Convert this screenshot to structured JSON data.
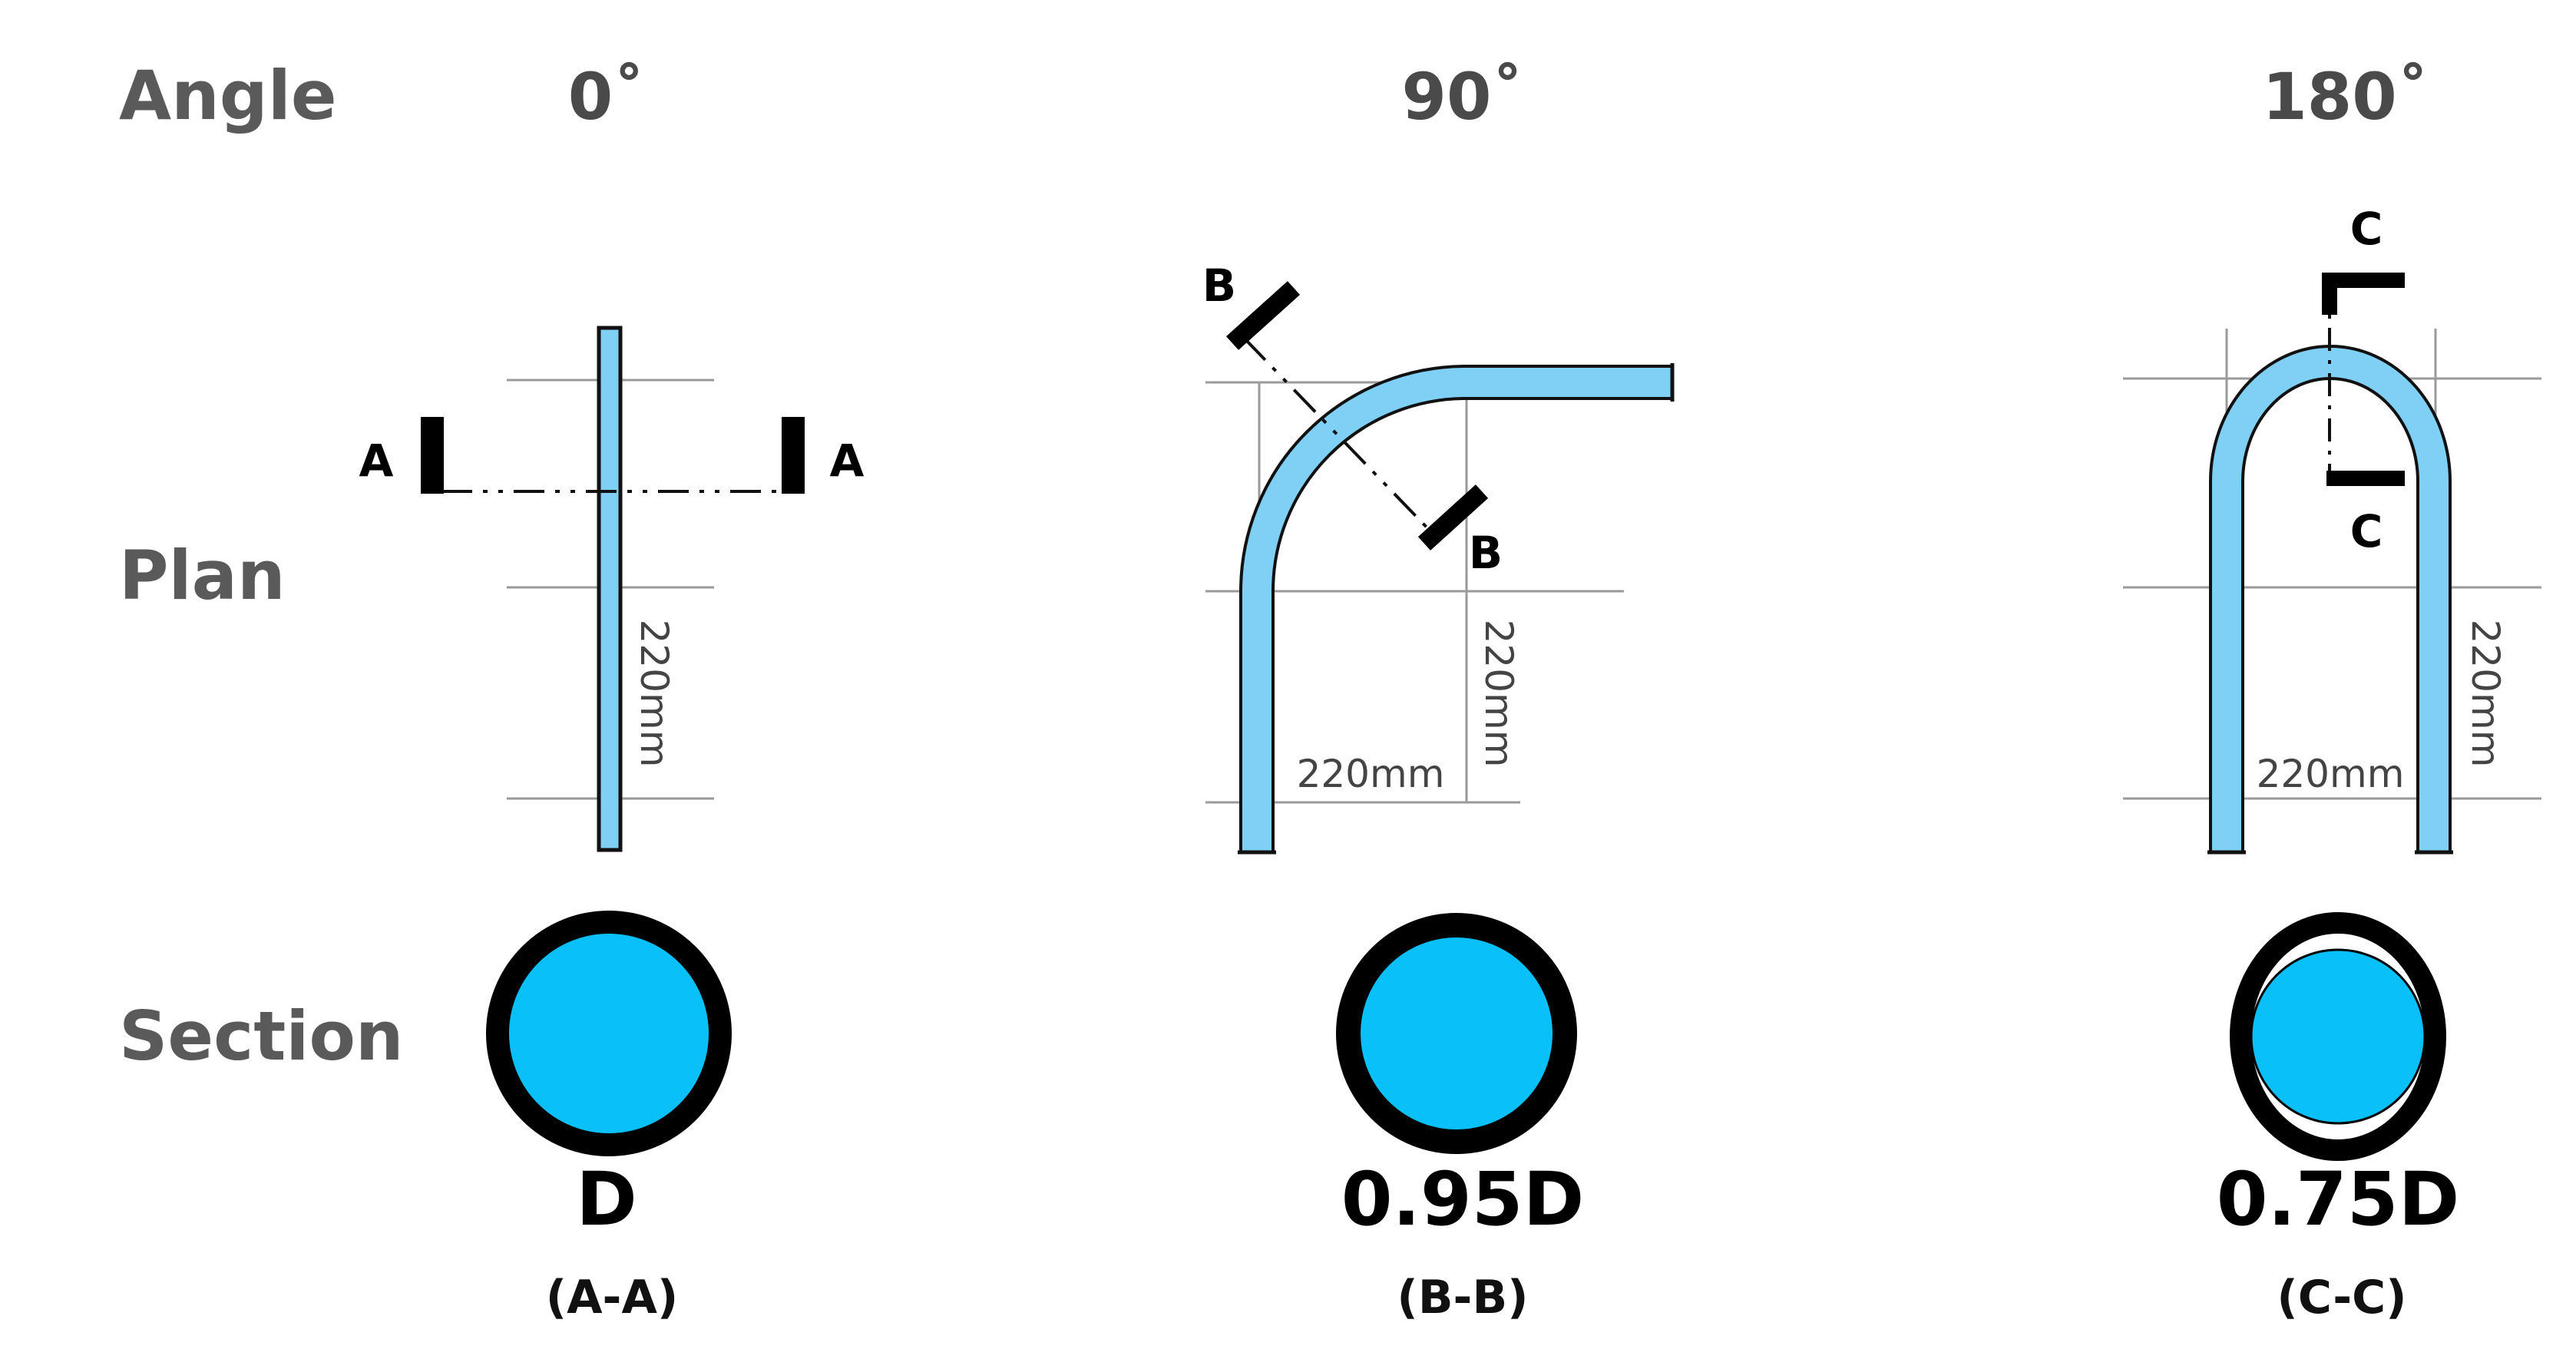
{
  "rows": {
    "angle": "Angle",
    "plan": "Plan",
    "section": "Section"
  },
  "columns": [
    {
      "angle": "0˚",
      "marker": "A",
      "dim_vertical": "220mm",
      "dim_horizontal": "",
      "ratio": "D",
      "section_label": "(A-A)"
    },
    {
      "angle": "90˚",
      "marker": "B",
      "dim_vertical": "220mm",
      "dim_horizontal": "220mm",
      "ratio": "0.95D",
      "section_label": "(B-B)"
    },
    {
      "angle": "180˚",
      "marker": "C",
      "dim_vertical": "220mm",
      "dim_horizontal": "220mm",
      "ratio": "0.75D",
      "section_label": "(C-C)"
    }
  ],
  "colors": {
    "tube": "#7fd0f4",
    "section_fill": "#0ac0f8",
    "outline": "#000000",
    "grid": "#9a9a9a"
  }
}
